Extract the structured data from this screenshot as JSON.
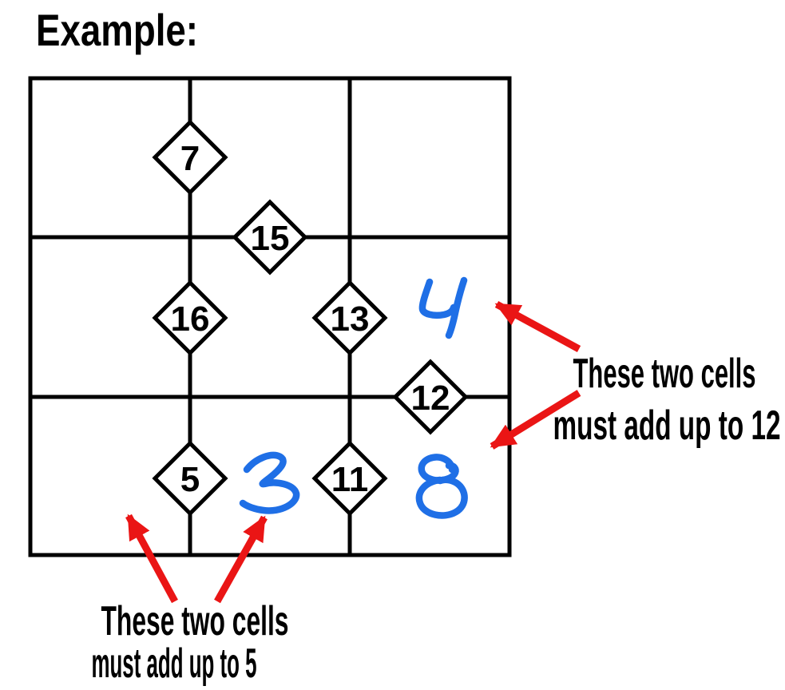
{
  "title": "Example:",
  "grid": {
    "rows": 3,
    "cols": 3,
    "clues": [
      {
        "value": "7",
        "between": [
          "r1c1",
          "r1c2"
        ]
      },
      {
        "value": "15",
        "between": [
          "r1c2",
          "r2c2"
        ]
      },
      {
        "value": "16",
        "between": [
          "r2c1",
          "r2c2"
        ]
      },
      {
        "value": "13",
        "between": [
          "r2c2",
          "r2c3"
        ]
      },
      {
        "value": "12",
        "between": [
          "r2c3",
          "r3c3"
        ]
      },
      {
        "value": "5",
        "between": [
          "r3c1",
          "r3c2"
        ]
      },
      {
        "value": "11",
        "between": [
          "r3c2",
          "r3c3"
        ]
      }
    ],
    "handwritten_answers": [
      {
        "value": "4",
        "cell": "r2c3"
      },
      {
        "value": "3",
        "cell": "r3c2"
      },
      {
        "value": "8",
        "cell": "r3c3"
      }
    ]
  },
  "annotations": {
    "right": {
      "line1": "These two cells",
      "line2": "must add up to 12",
      "targets": [
        "r2c3",
        "r3c3"
      ]
    },
    "bottom": {
      "line1": "These two cells",
      "line2": "must add up to 5",
      "targets": [
        "r3c1",
        "r3c2"
      ]
    }
  },
  "colors": {
    "ink_black": "#000000",
    "handwriting_blue": "#1f6fe6",
    "arrow_red": "#ea1515",
    "background": "#ffffff"
  }
}
